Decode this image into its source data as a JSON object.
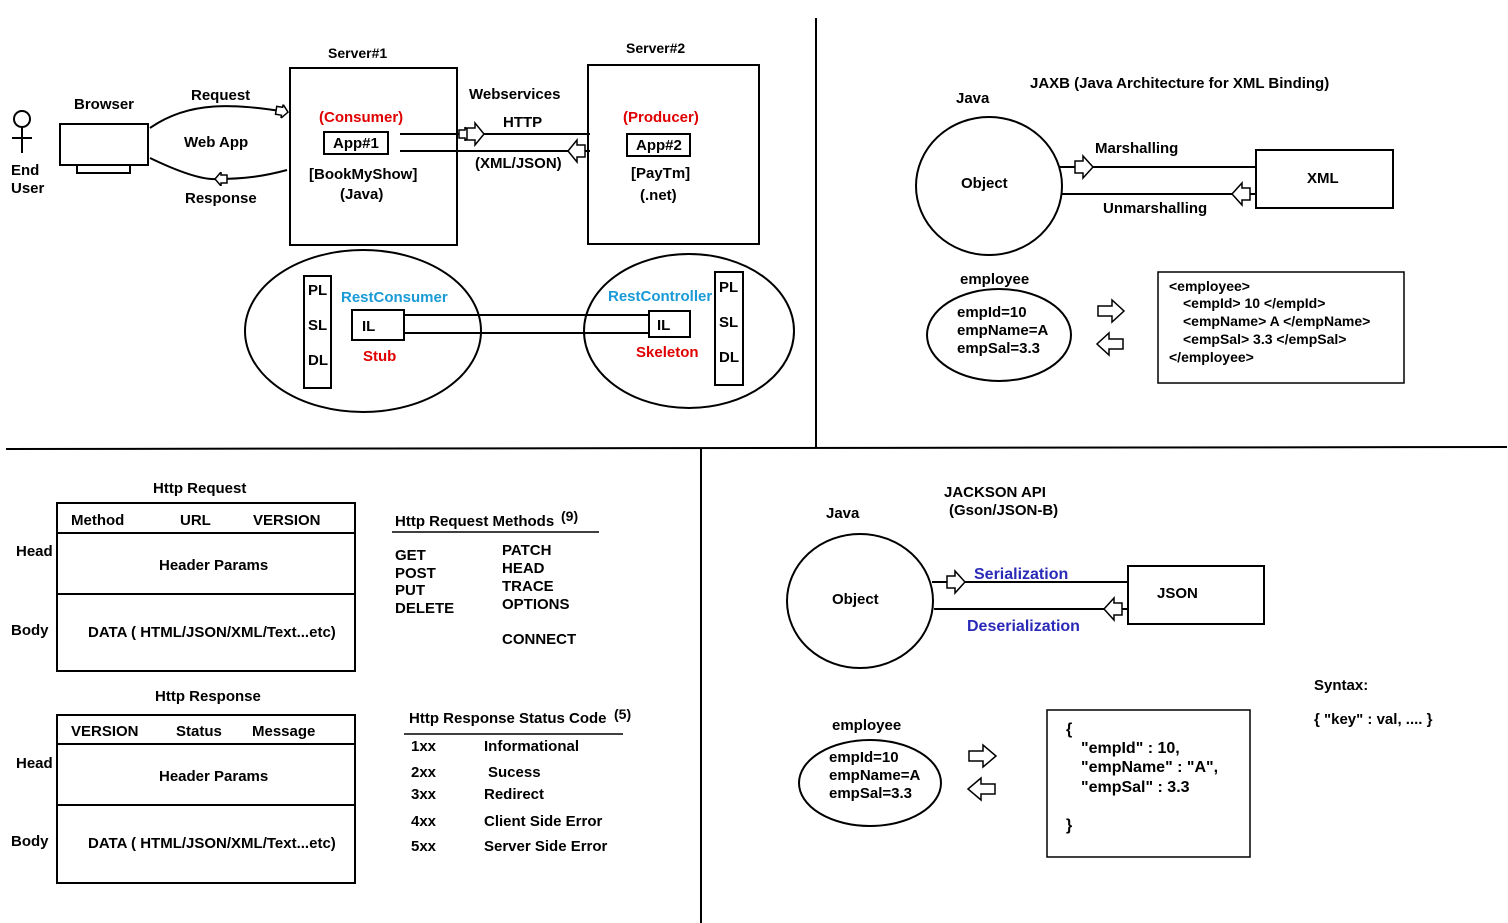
{
  "colors": {
    "red": "#e00000",
    "blue": "#1a9ad6",
    "navy": "#2a2ab8"
  },
  "top_left": {
    "end_user": [
      "End",
      "User"
    ],
    "browser": "Browser",
    "request": "Request",
    "web_app": "Web App",
    "response": "Response",
    "server1": "Server#1",
    "consumer": "(Consumer)",
    "app1": "App#1",
    "bookmyshow": "[BookMyShow]",
    "java": "(Java)",
    "webservices": "Webservices",
    "http": "HTTP",
    "xml_json": "(XML/JSON)",
    "server2": "Server#2",
    "producer": "(Producer)",
    "app2": "App#2",
    "paytm": "[PayTm]",
    "net": "(.net)",
    "pl": "PL",
    "sl": "SL",
    "dl": "DL",
    "il": "IL",
    "rest_consumer": "RestConsumer",
    "stub": "Stub",
    "rest_controller": "RestController",
    "skeleton": "Skeleton"
  },
  "jaxb": {
    "title": "JAXB (Java Architecture for XML Binding)",
    "java": "Java",
    "object": "Object",
    "marshalling": "Marshalling",
    "unmarshalling": "Unmarshalling",
    "xml": "XML",
    "employee": "employee",
    "fields": [
      "empId=10",
      "empName=A",
      "empSal=3.3"
    ],
    "xml_lines": [
      "<employee>",
      "<empId> 10 </empId>",
      "<empName> A </empName>",
      "<empSal> 3.3 </empSal>",
      "</employee>"
    ]
  },
  "http_request": {
    "title": "Http Request",
    "columns": [
      "Method",
      "URL",
      "VERSION"
    ],
    "head": "Head",
    "header_params": "Header Params",
    "body": "Body",
    "body_data": "DATA ( HTML/JSON/XML/Text...etc)"
  },
  "http_response": {
    "title": "Http Response",
    "columns": [
      "VERSION",
      "Status",
      "Message"
    ],
    "head": "Head",
    "header_params": "Header Params",
    "body": "Body",
    "body_data": "DATA ( HTML/JSON/XML/Text...etc)"
  },
  "methods": {
    "title": "Http Request Methods",
    "count": "(9)",
    "col1": [
      "GET",
      "POST",
      "PUT",
      "DELETE"
    ],
    "col2": [
      "PATCH",
      "HEAD",
      "TRACE",
      "OPTIONS",
      "CONNECT"
    ]
  },
  "status_codes": {
    "title": "Http Response Status Code",
    "count": "(5)",
    "rows": [
      {
        "code": "1xx",
        "desc": "Informational"
      },
      {
        "code": "2xx",
        "desc": "Sucess"
      },
      {
        "code": "3xx",
        "desc": "Redirect"
      },
      {
        "code": "4xx",
        "desc": "Client Side Error"
      },
      {
        "code": "5xx",
        "desc": "Server Side Error"
      }
    ]
  },
  "jackson": {
    "title": "JACKSON API",
    "subtitle": "(Gson/JSON-B)",
    "java": "Java",
    "object": "Object",
    "serialization": "Serialization",
    "deserialization": "Deserialization",
    "json": "JSON",
    "employee": "employee",
    "fields": [
      "empId=10",
      "empName=A",
      "empSal=3.3"
    ],
    "json_lines": [
      "{",
      "\"empId\" : 10,",
      "\"empName\" : \"A\",",
      "\"empSal\" : 3.3",
      "}"
    ],
    "syntax_label": "Syntax:",
    "syntax": "{ \"key\" : val, .... }"
  }
}
